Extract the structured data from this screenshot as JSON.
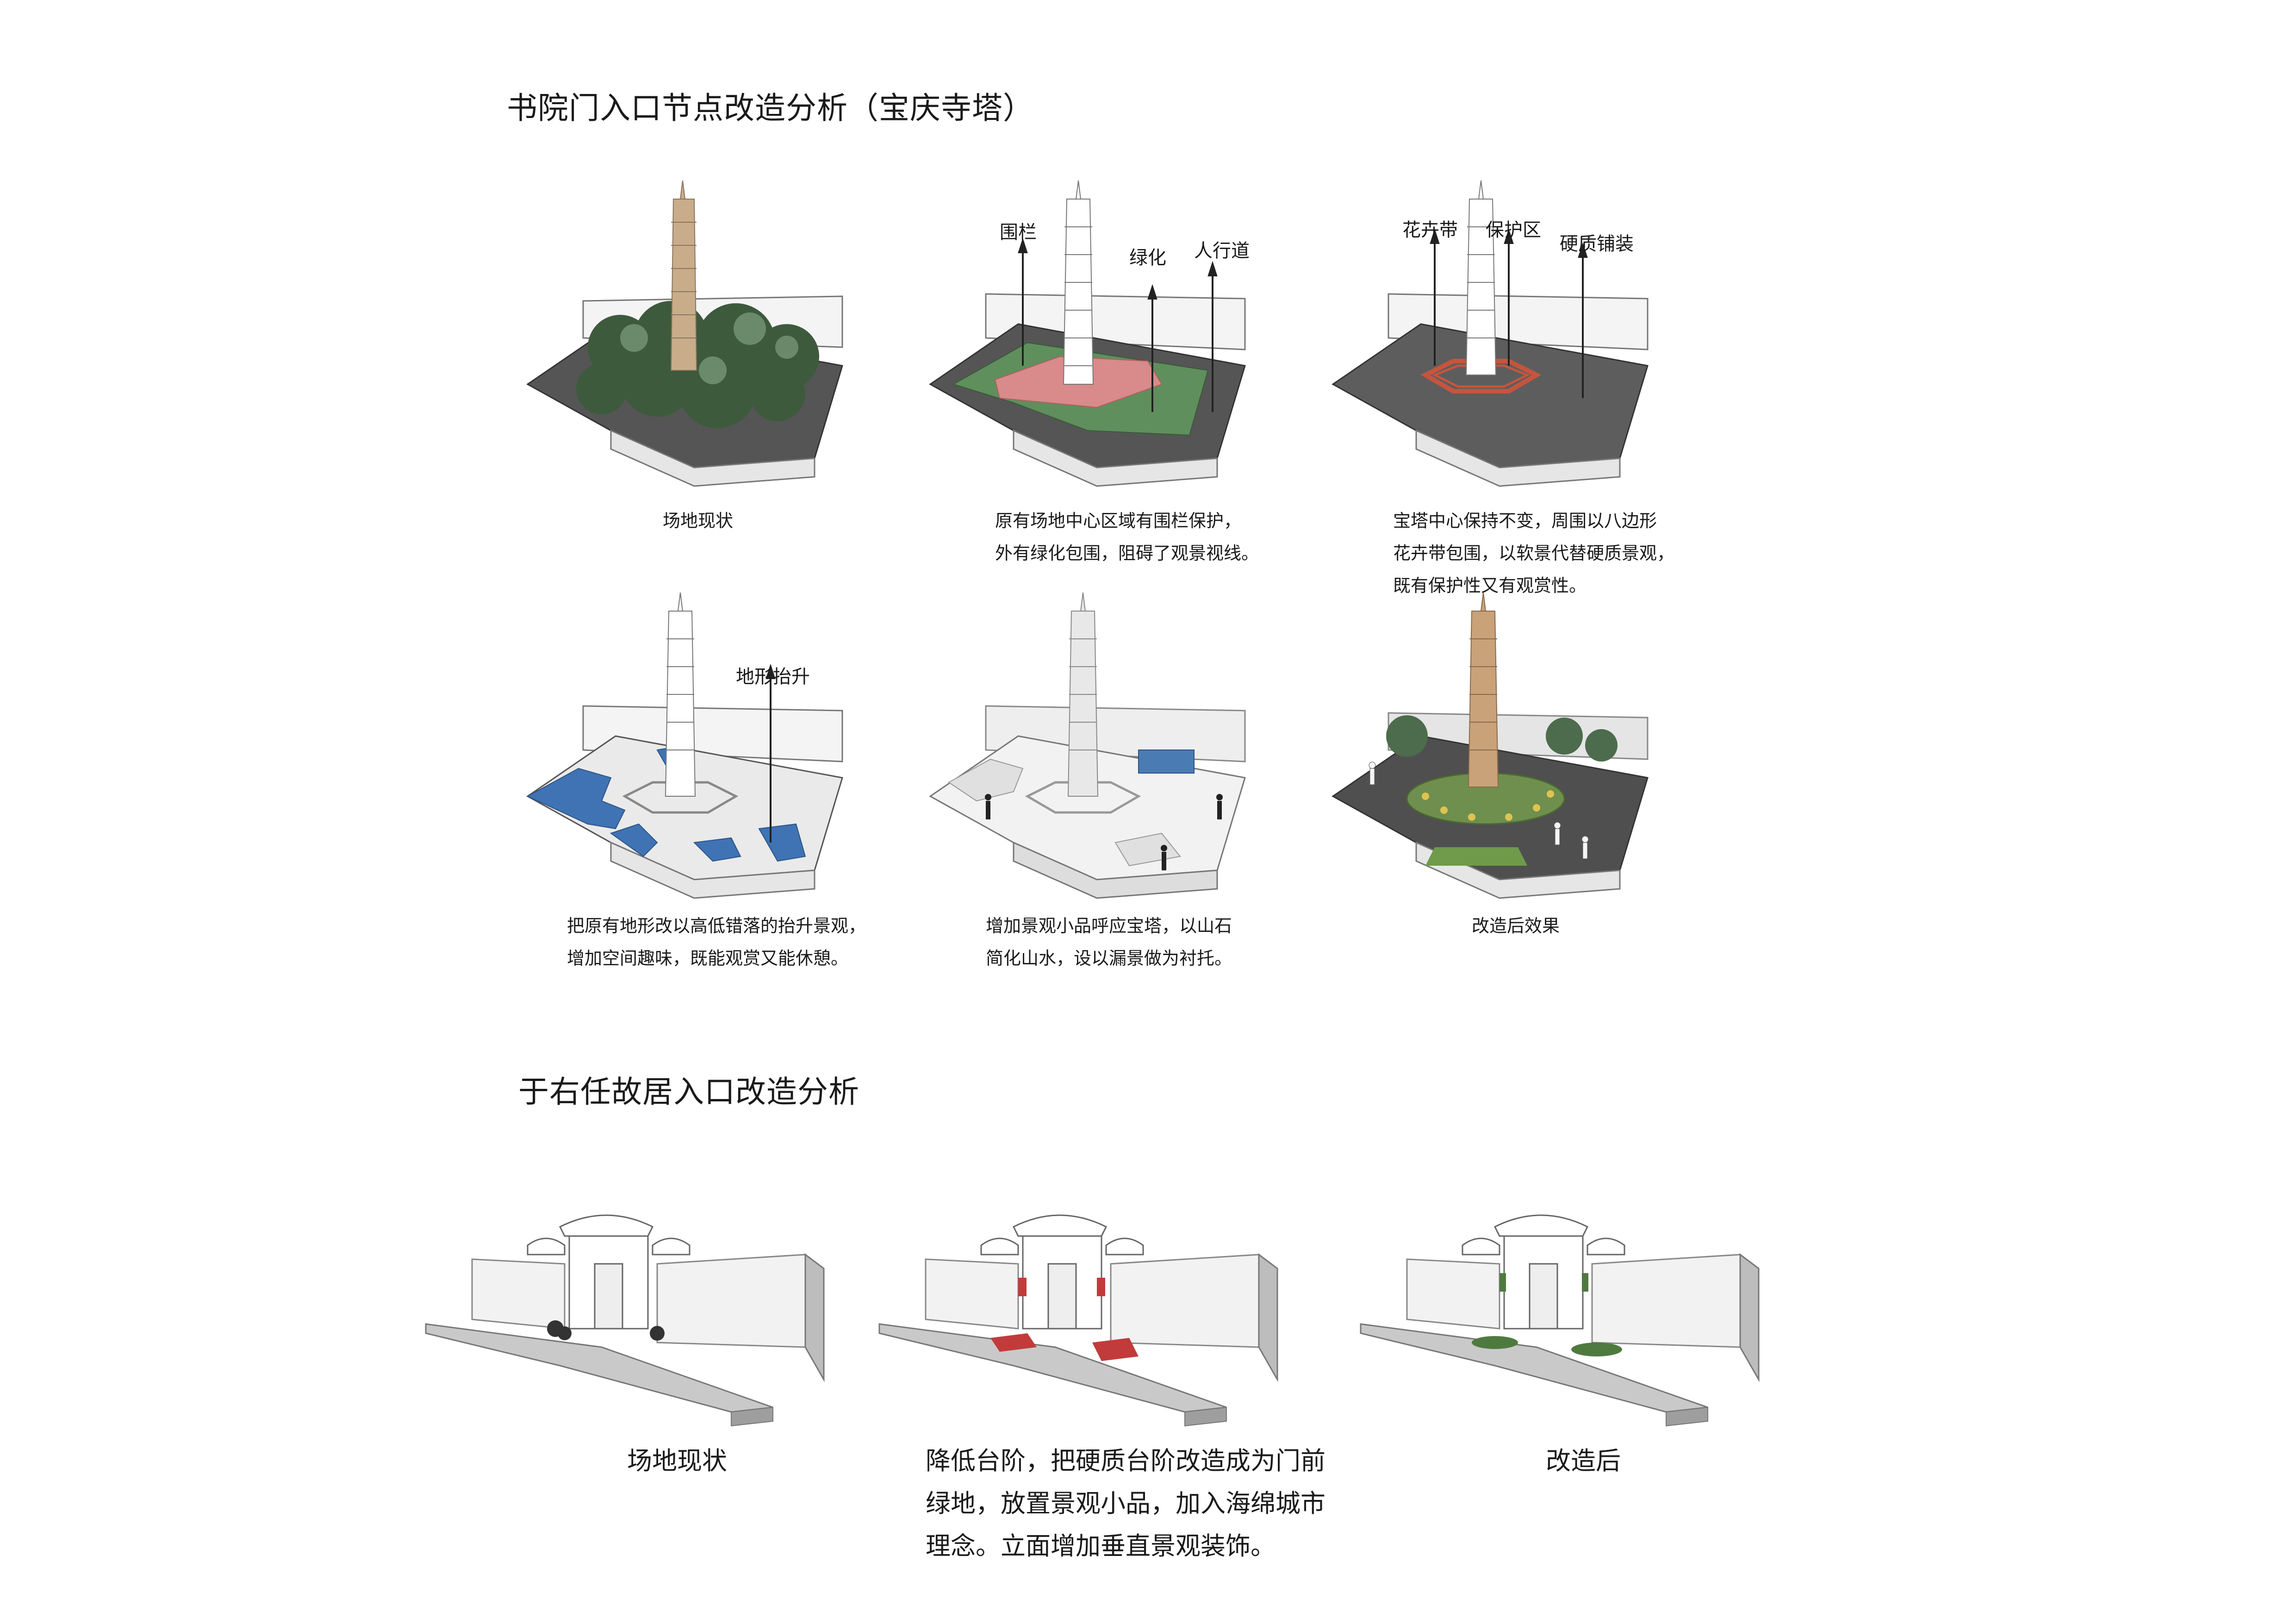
{
  "section1": {
    "title": "书院门入口节点改造分析（宝庆寺塔）",
    "panels": [
      {
        "caption": [
          "场地现状"
        ],
        "labels": []
      },
      {
        "caption": [
          "原有场地中心区域有围栏保护，",
          "外有绿化包围，阻碍了观景视线。"
        ],
        "labels": [
          "围栏",
          "绿化",
          "人行道"
        ]
      },
      {
        "caption": [
          "宝塔中心保持不变，周围以八边形",
          "花卉带包围，以软景代替硬质景观，",
          "既有保护性又有观赏性。"
        ],
        "labels": [
          "花卉带",
          "保护区",
          "硬质铺装"
        ]
      },
      {
        "caption": [
          "把原有地形改以高低错落的抬升景观，",
          "增加空间趣味，既能观赏又能休憩。"
        ],
        "labels": [
          "地形抬升"
        ]
      },
      {
        "caption": [
          "增加景观小品呼应宝塔，以山石",
          "简化山水，设以漏景做为衬托。"
        ],
        "labels": []
      },
      {
        "caption": [
          "改造后效果"
        ],
        "labels": []
      }
    ]
  },
  "section2": {
    "title": "于右任故居入口改造分析",
    "panels": [
      {
        "caption": [
          "场地现状"
        ]
      },
      {
        "caption": [
          "降低台阶，把硬质台阶改造成为门前",
          "绿地，放置景观小品，加入海绵城市",
          "理念。立面增加垂直景观装饰。"
        ]
      },
      {
        "caption": [
          "改造后"
        ]
      }
    ]
  },
  "colors": {
    "grass": "#5f8f5c",
    "fence": "#d98a8a",
    "flower": "#c4553e",
    "raised": "#3f73b3",
    "paving": "#5d5d5d",
    "pagoda": "#c9ad8a",
    "red_steps": "#c23b3b"
  }
}
